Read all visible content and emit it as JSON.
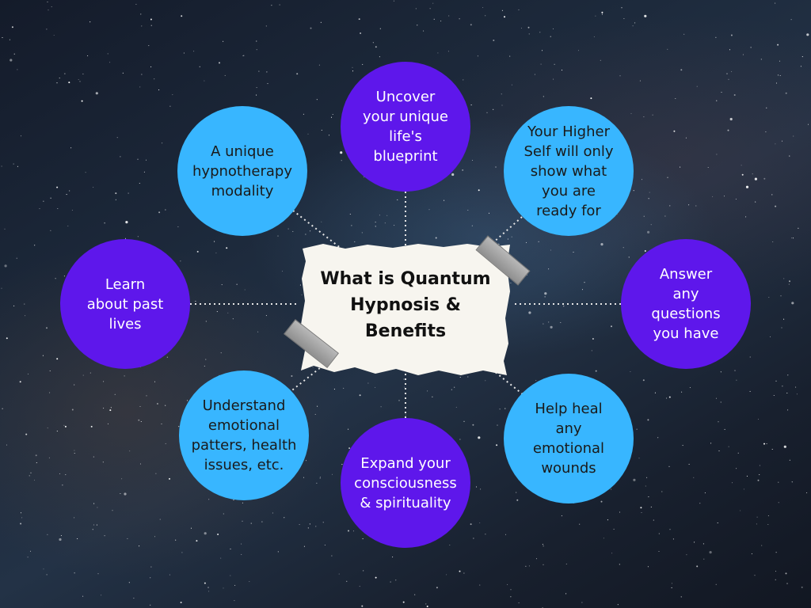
{
  "title": "What is Quantum\nHypnosis &\nBenefits",
  "colors": {
    "blue": "#38b6ff",
    "purple": "#5e17eb",
    "paper": "#f7f5ef",
    "connector": "#e6e6e6"
  },
  "nodes": [
    {
      "id": "life-blueprint",
      "text": "Uncover\nyour unique\nlife's\nblueprint",
      "color": "purple"
    },
    {
      "id": "higher-self",
      "text": "Your Higher\nSelf will only\nshow what\nyou are\nready for",
      "color": "blue"
    },
    {
      "id": "answer-questions",
      "text": "Answer\nany\nquestions\nyou have",
      "color": "purple"
    },
    {
      "id": "heal-wounds",
      "text": "Help heal\nany\nemotional\nwounds",
      "color": "blue"
    },
    {
      "id": "expand-consciousness",
      "text": "Expand your\nconsciousness\n& spirituality",
      "color": "purple"
    },
    {
      "id": "emotional-patterns",
      "text": "Understand\nemotional\npatters, health\nissues, etc.",
      "color": "blue"
    },
    {
      "id": "past-lives",
      "text": "Learn\nabout past\nlives",
      "color": "purple"
    },
    {
      "id": "unique-modality",
      "text": "A unique\nhypnotherapy\nmodality",
      "color": "blue"
    }
  ]
}
